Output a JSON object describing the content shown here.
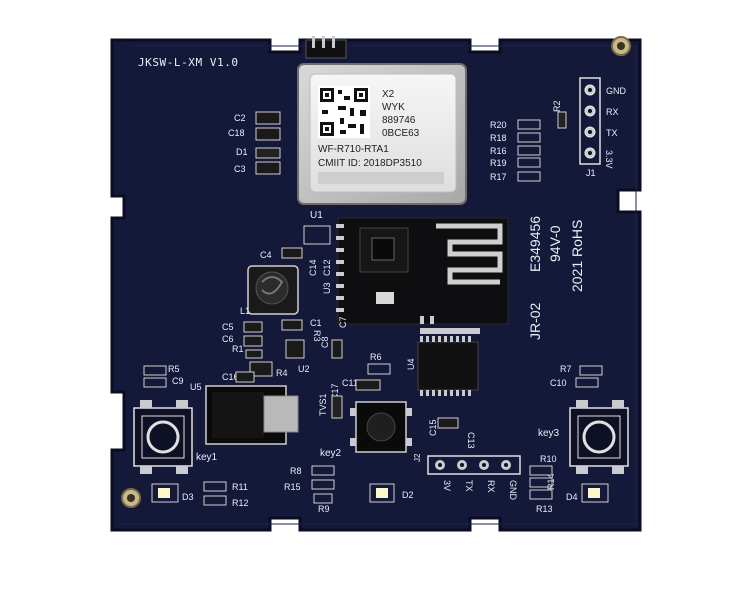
{
  "board": {
    "name": "JKSW-L-XM V1.0",
    "colors": {
      "pcb": "#14193a",
      "pcb_edge": "#0c1028",
      "silk": "#e9eef7",
      "pad": "#c9cbd0",
      "module": "#efefef",
      "chip": "#111111"
    }
  },
  "module_u1": {
    "line1": "X2",
    "line2": "WYK",
    "line3": "889746",
    "line4": "0BCE63",
    "model": "WF-R710-RTA1",
    "cmiit": "CMIIT ID: 2018DP3510",
    "ref": "U1"
  },
  "header_j1": {
    "pins": [
      "GND",
      "RX",
      "TX",
      "3.3V"
    ],
    "ref": "J1",
    "resistor": "R2"
  },
  "header_j2": {
    "pins": [
      "3V",
      "TX",
      "RX",
      "GND"
    ],
    "ref": "J2"
  },
  "markings": {
    "cert": "E349456",
    "rating": "94V-0",
    "rohs": "2021 RoHS",
    "mfr": "JR-02"
  },
  "labels": {
    "R20": "R20",
    "R18": "R18",
    "R16": "R16",
    "R19": "R19",
    "R17": "R17",
    "C2": "C2",
    "C18": "C18",
    "D1": "D1",
    "C3": "C3",
    "C4": "C4",
    "L1": "L1",
    "C5": "C5",
    "C6": "C6",
    "R1": "R1",
    "C16": "C16",
    "R4": "R4",
    "U2": "U2",
    "C14": "C14",
    "C12": "C12",
    "U3": "U3",
    "C1": "C1",
    "R3": "R3",
    "C8": "C8",
    "C7": "C7",
    "R5": "R5",
    "C9": "C9",
    "U5": "U5",
    "R6": "R6",
    "C11": "C11",
    "C17": "C17",
    "TVS1": "TVS1",
    "U4": "U4",
    "C15": "C15",
    "C13": "C13",
    "key1": "key1",
    "key2": "key2",
    "key3": "key3",
    "R7": "R7",
    "C10": "C10",
    "R8": "R8",
    "R15": "R15",
    "R9": "R9",
    "D2": "D2",
    "R11": "R11",
    "R12": "R12",
    "D3": "D3",
    "R10": "R10",
    "R14": "R14",
    "D4": "D4",
    "R13": "R13"
  }
}
